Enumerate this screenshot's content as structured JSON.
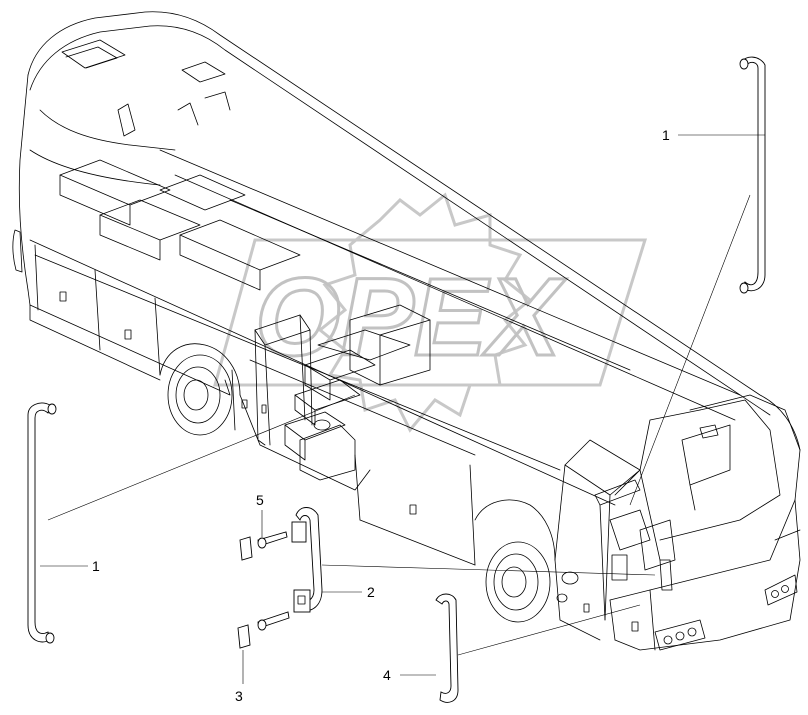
{
  "watermark": {
    "text": "OPEX"
  },
  "callouts": {
    "c1_top": "1",
    "c1_left": "1",
    "c2": "2",
    "c3": "3",
    "c4": "4",
    "c5": "5"
  }
}
